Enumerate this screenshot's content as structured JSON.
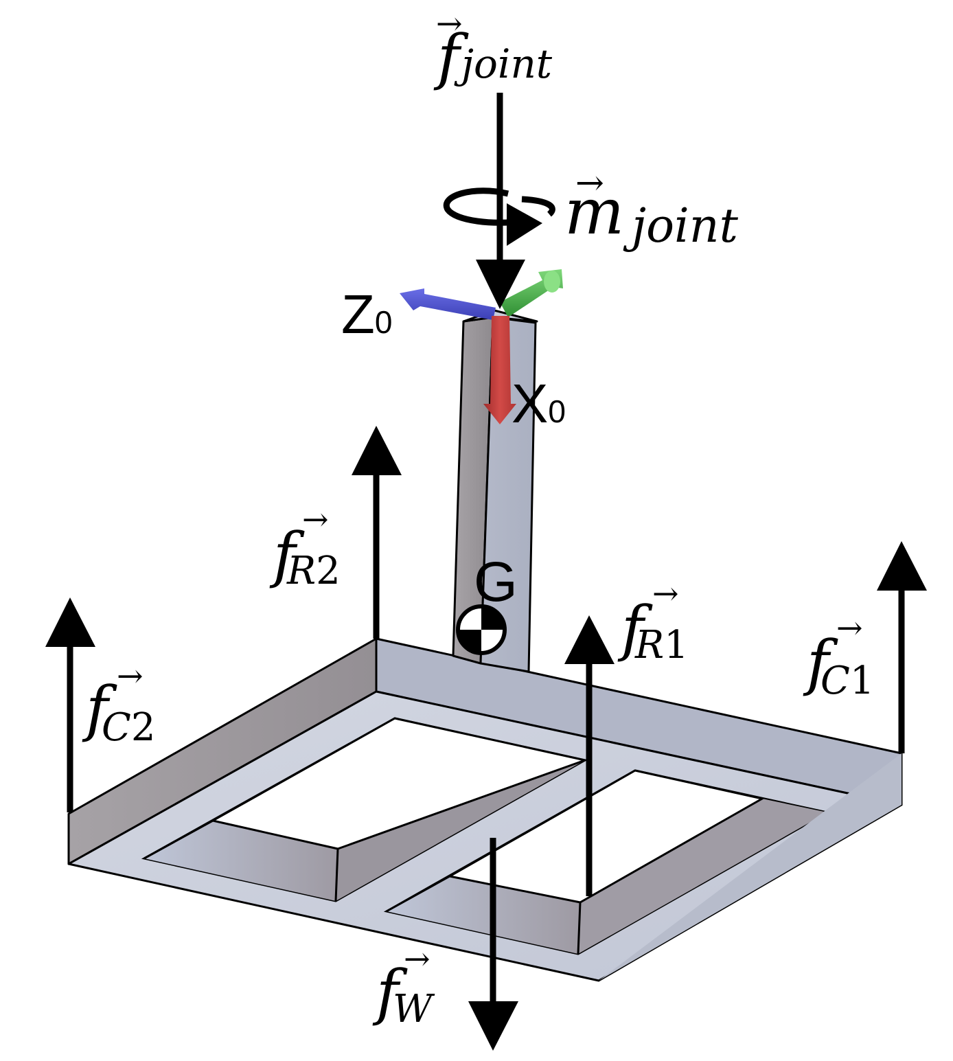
{
  "labels": {
    "f_joint": {
      "base": "f",
      "sub": "joint"
    },
    "m_joint": {
      "base": "m",
      "sub": "joint"
    },
    "f_R2": {
      "base": "f",
      "sub": "R",
      "subnum": "2"
    },
    "f_R1": {
      "base": "f",
      "sub": "R",
      "subnum": "1"
    },
    "f_C2": {
      "base": "f",
      "sub": "C",
      "subnum": "2"
    },
    "f_C1": {
      "base": "f",
      "sub": "C",
      "subnum": "1"
    },
    "f_W": {
      "base": "f",
      "sub": "W"
    },
    "arrow_glyph": "→"
  },
  "axes": {
    "z": {
      "letter": "Z",
      "index": "0",
      "color": "#4a4fd0"
    },
    "x": {
      "letter": "X",
      "index": "0",
      "color": "#d0403e"
    },
    "y": {
      "color": "#3aa83a"
    }
  },
  "center_of_mass": {
    "label": "G"
  },
  "colors": {
    "body_light": "#c6cbd9",
    "body_mid": "#b0b5c6",
    "body_dark": "#9c989c",
    "force": "#000000"
  }
}
